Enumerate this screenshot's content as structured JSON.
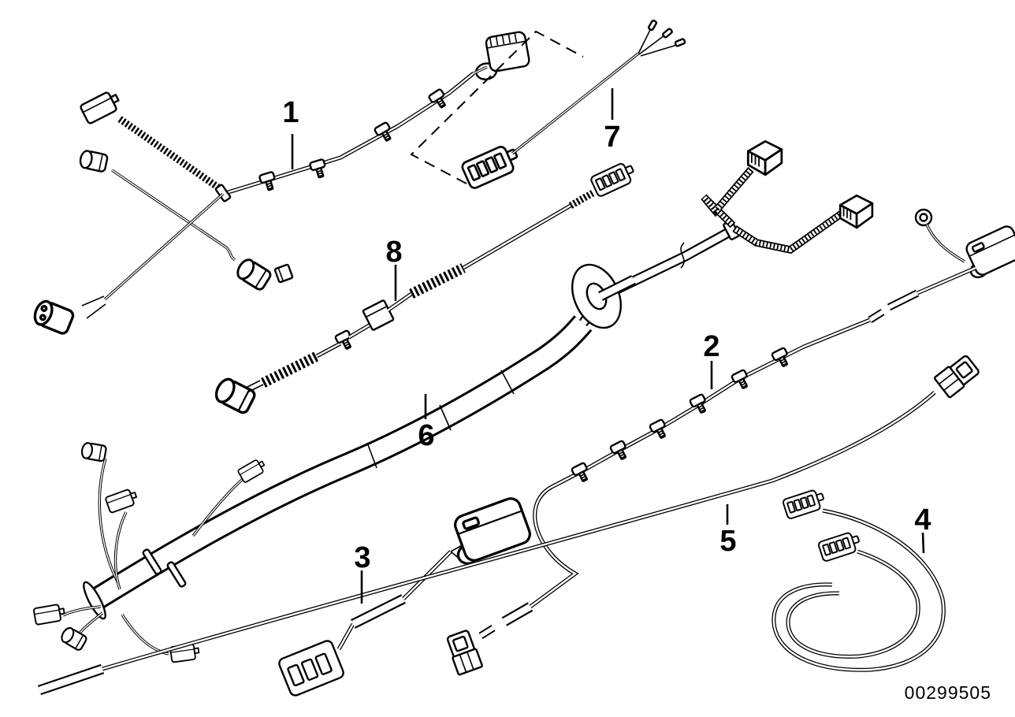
{
  "figure": {
    "type": "wiring-harness-parts-diagram",
    "background_color": "#ffffff",
    "line_color": "#000000",
    "image_number": "00299505",
    "callouts": [
      {
        "label": "1"
      },
      {
        "label": "2"
      },
      {
        "label": "3"
      },
      {
        "label": "4"
      },
      {
        "label": "5"
      },
      {
        "label": "6"
      },
      {
        "label": "7"
      },
      {
        "label": "8"
      }
    ]
  }
}
